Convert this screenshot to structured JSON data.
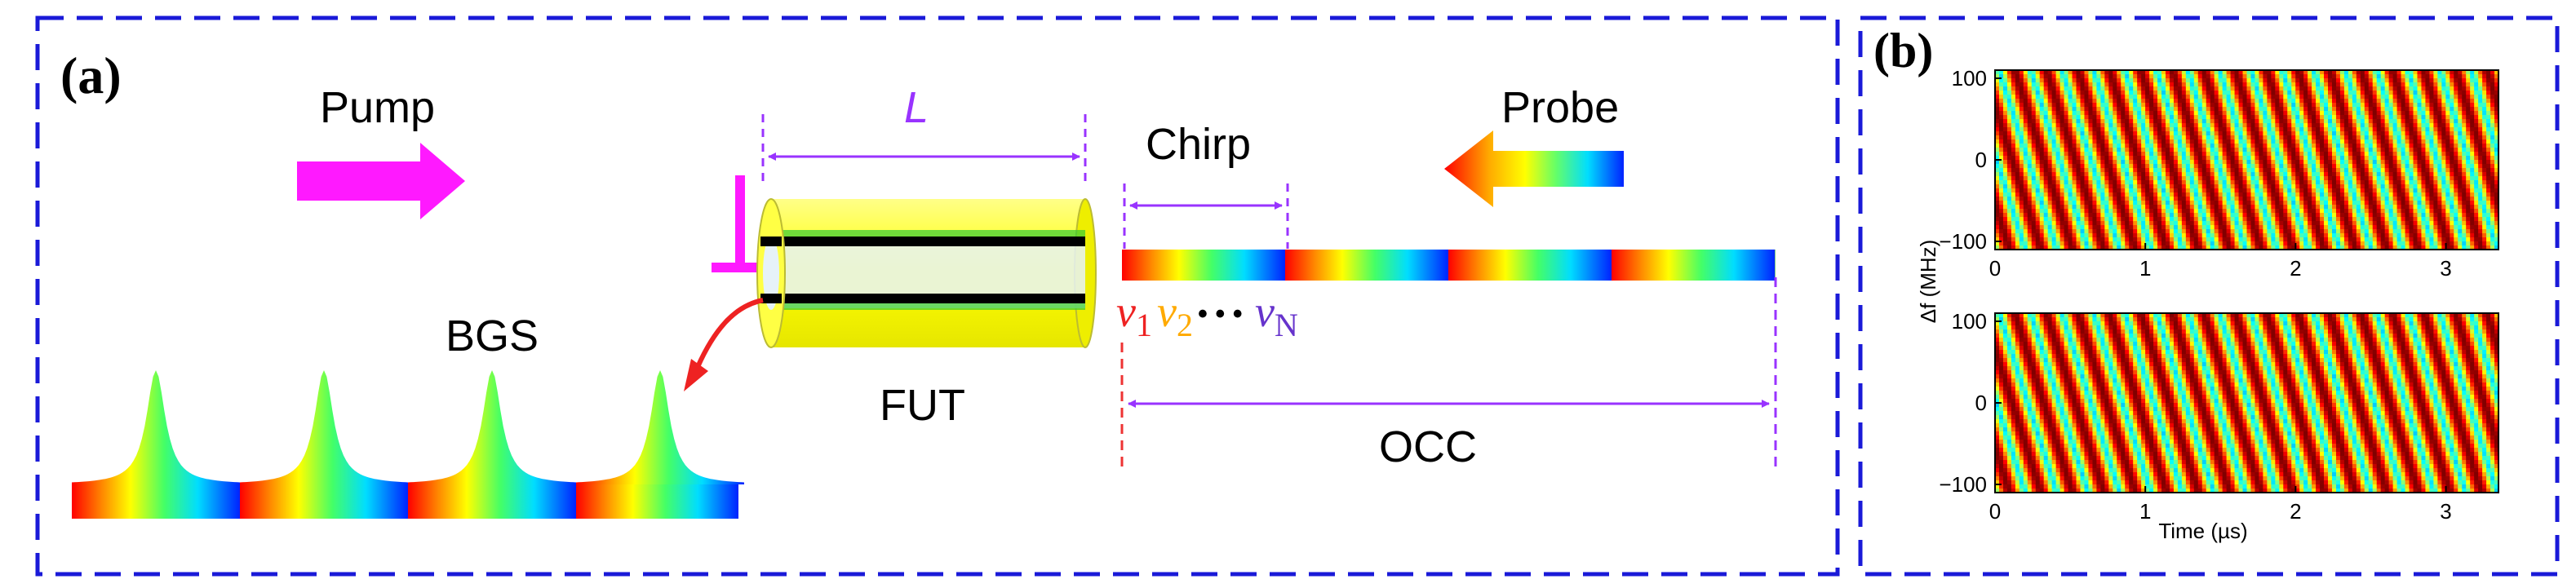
{
  "panel_a": {
    "label": "(a)",
    "pump_label": "Pump",
    "probe_label": "Probe",
    "length_label": "L",
    "chirp_label": "Chirp",
    "bgs_label": "BGS",
    "fut_label": "FUT",
    "occ_label": "OCC",
    "nu_symbol": "ν",
    "nu_sub_1": "1",
    "nu_sub_2": "2",
    "nu_sub_n": "N",
    "ellipsis": "• • •"
  },
  "panel_b": {
    "label": "(b)",
    "y_axis_label": "Δf (MHz)",
    "x_axis_label": "Time (µs)",
    "y_ticks": [
      "100",
      "0",
      "−100"
    ],
    "x_ticks": [
      "0",
      "1",
      "2",
      "3"
    ]
  },
  "colors": {
    "frame": "#1a1ad8",
    "pump": "#ff19ff",
    "dimension": "#9933ff",
    "occ_marker": "#ee3333",
    "fiber": "#ffff00",
    "core": "#e6f2f8"
  },
  "chart_data": {
    "type": "heatmap",
    "title": "",
    "xlabel": "Time (µs)",
    "ylabel": "Δf (MHz)",
    "xlim": [
      0,
      3.35
    ],
    "ylim": [
      -110,
      110
    ],
    "x_ticks": [
      0,
      1,
      2,
      3
    ],
    "y_ticks": [
      100,
      0,
      -100
    ],
    "colormap": "jet",
    "pattern": "periodic diagonal stripes",
    "segments": 16,
    "segment_duration": 0.21,
    "plots": 2
  }
}
